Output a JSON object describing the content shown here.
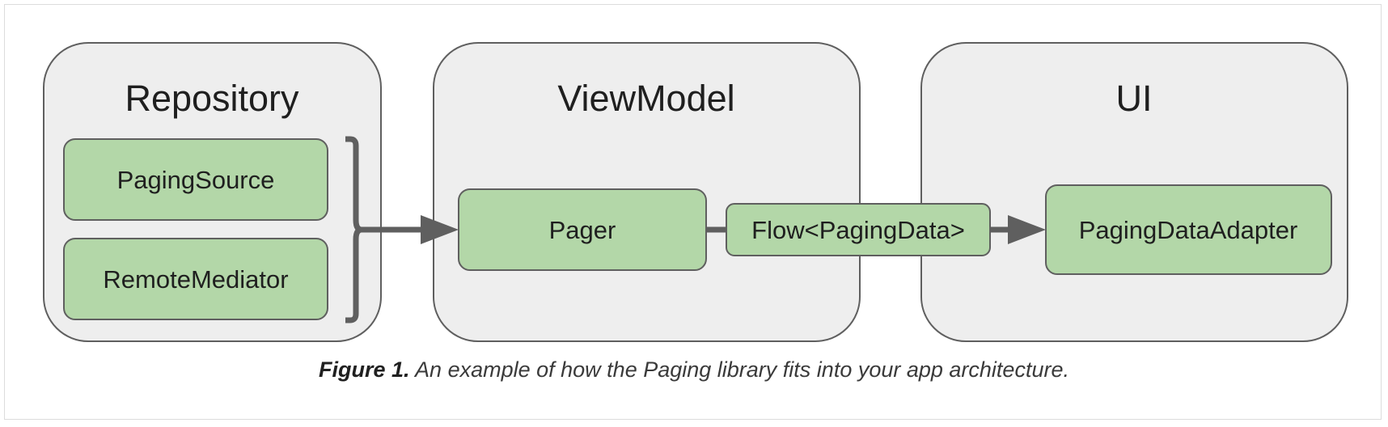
{
  "groups": {
    "repository": {
      "title": "Repository"
    },
    "viewmodel": {
      "title": "ViewModel"
    },
    "ui": {
      "title": "UI"
    }
  },
  "nodes": {
    "paging_source": "PagingSource",
    "remote_mediator": "RemoteMediator",
    "pager": "Pager",
    "flow": "Flow<PagingData>",
    "adapter": "PagingDataAdapter"
  },
  "caption": {
    "label": "Figure 1.",
    "text": " An example of how the Paging library fits into your app architecture."
  },
  "colors": {
    "group_fill": "#eeeeee",
    "node_fill": "#b3d7a8",
    "stroke": "#5f5f5f"
  }
}
